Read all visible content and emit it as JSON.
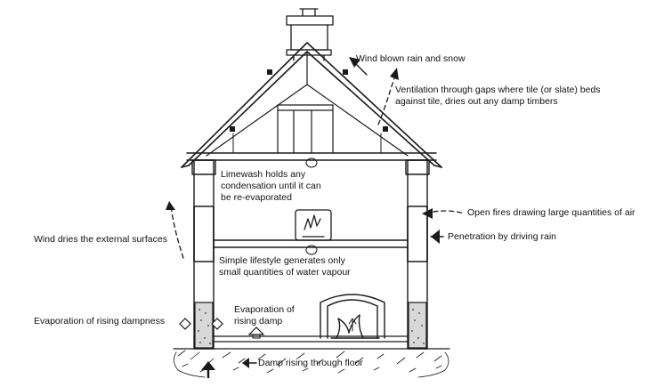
{
  "labels": {
    "wind_rain_snow": "Wind blown rain and snow",
    "ventilation": [
      "Ventilation through gaps where tile (or slate) beds",
      "against tile, dries out any damp timbers"
    ],
    "limewash": [
      "Limewash holds any",
      "condensation until it can",
      "be re-evaporated"
    ],
    "open_fires": "Open fires drawing large quantities of air",
    "wind_dries": "Wind dries the external surfaces",
    "driving_rain": "Penetration by driving rain",
    "lifestyle": [
      "Simple lifestyle generates only",
      "small quantities of water vapour"
    ],
    "evap_rising_dampness": "Evaporation of rising dampness",
    "evap_rising_damp": [
      "Evaporation of",
      "rising damp"
    ],
    "damp_floor": "Damp rising through floor"
  }
}
